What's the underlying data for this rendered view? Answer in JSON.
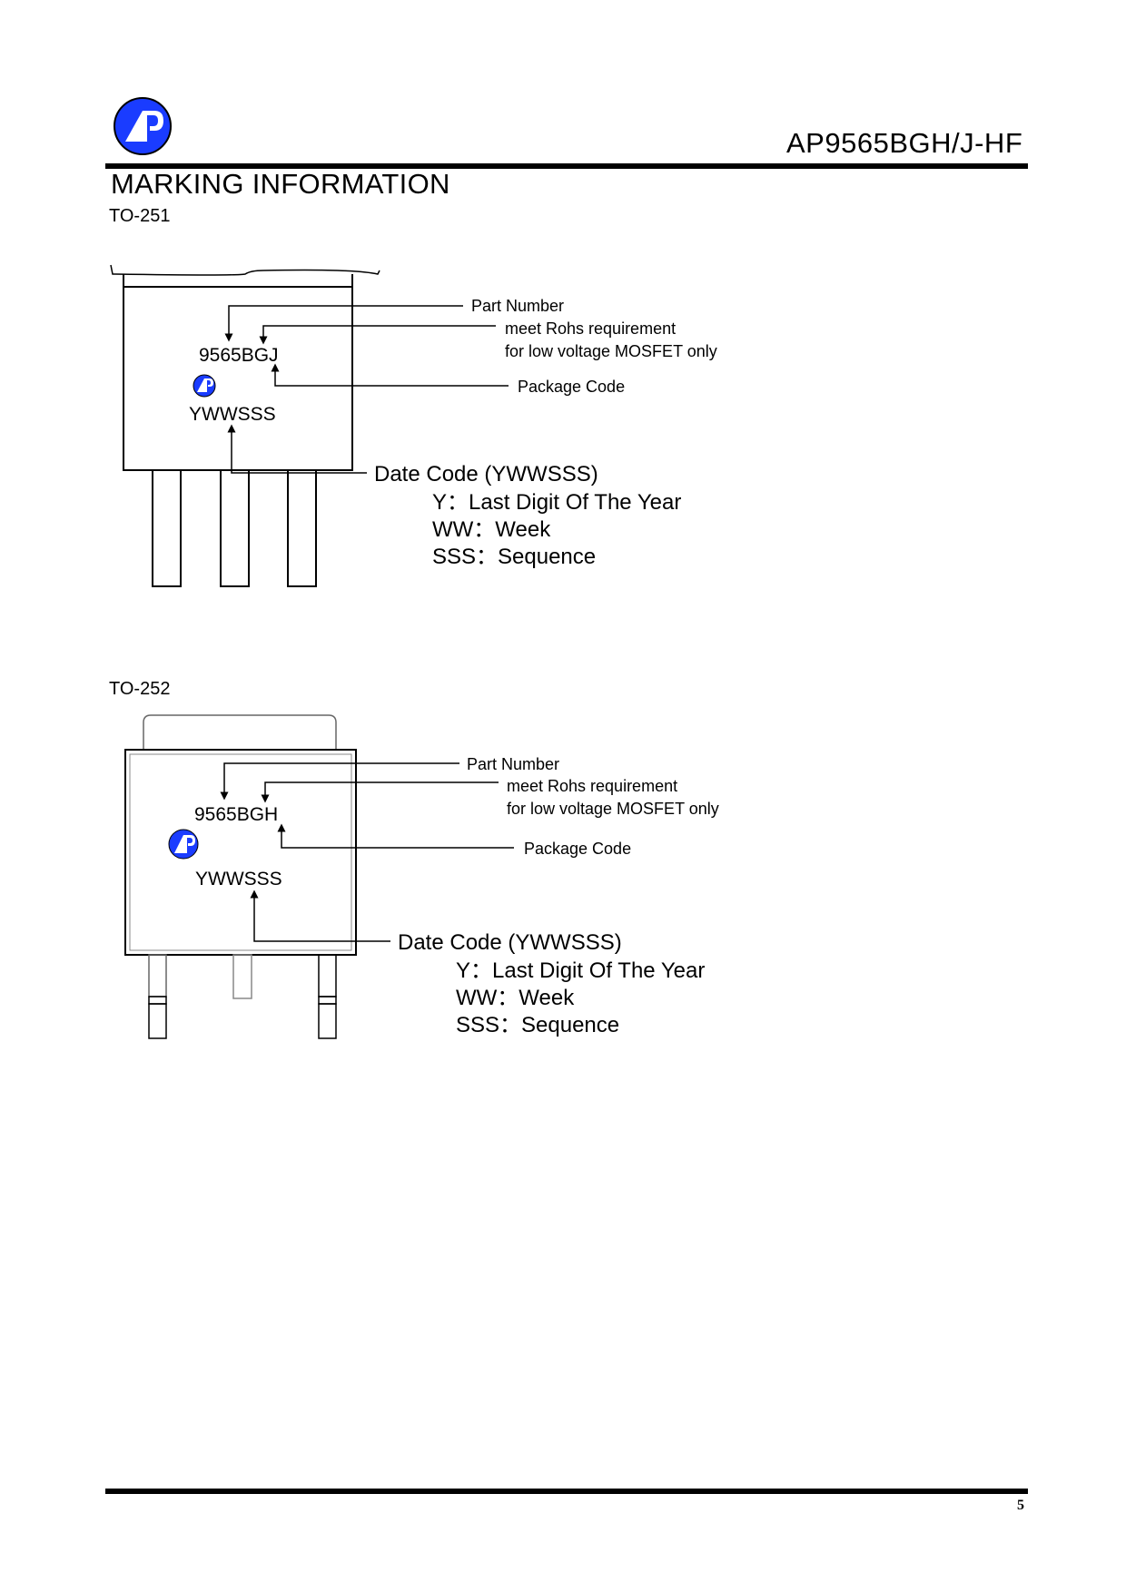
{
  "header": {
    "part_number": "AP9565BGH/J-HF",
    "logo_icon": "ap-logo-icon",
    "brand_color": "#1a3cff"
  },
  "section_title": "MARKING INFORMATION",
  "to251": {
    "label": "TO-251",
    "chip_part": "9565BGJ",
    "chip_date": "YWWSSS",
    "part_number_label": "Part Number",
    "rohs_line1": "meet Rohs requirement",
    "rohs_line2": "for low voltage MOSFET only",
    "package_code_label": "Package Code",
    "date_code_title": "Date Code (YWWSSS)",
    "y_line": "Y：Last Digit Of  The Year",
    "ww_line": "WW：Week",
    "sss_line": "SSS：Sequence"
  },
  "to252": {
    "label": "TO-252",
    "chip_part": "9565BGH",
    "chip_date": "YWWSSS",
    "part_number_label": "Part Number",
    "rohs_line1": "meet Rohs requirement",
    "rohs_line2": "for low voltage MOSFET only",
    "package_code_label": "Package Code",
    "date_code_title": "Date Code (YWWSSS)",
    "y_line": "Y：Last Digit Of  The Year",
    "ww_line": "WW：Week",
    "sss_line": "SSS：Sequence"
  },
  "footer": {
    "page_number": "5"
  }
}
